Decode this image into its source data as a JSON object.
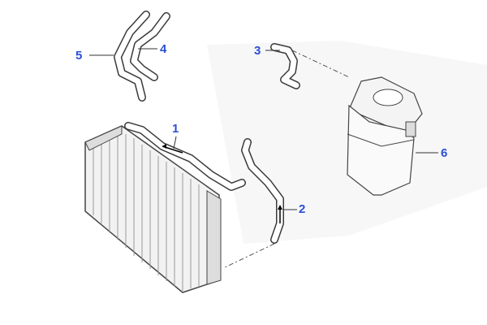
{
  "diagram": {
    "callouts": [
      {
        "id": "1",
        "label": "1"
      },
      {
        "id": "2",
        "label": "2"
      },
      {
        "id": "3",
        "label": "3"
      },
      {
        "id": "4",
        "label": "4"
      },
      {
        "id": "5",
        "label": "5"
      },
      {
        "id": "6",
        "label": "6"
      }
    ],
    "callout_color": "#2a4fd6"
  }
}
